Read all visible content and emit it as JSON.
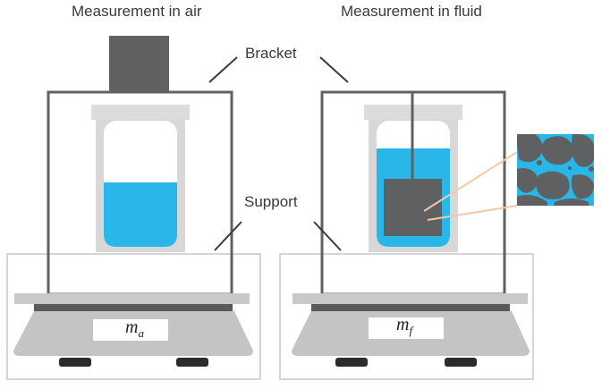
{
  "titles": {
    "left": "Measurement in air",
    "right": "Measurement in fluid"
  },
  "labels": {
    "bracket": "Bracket",
    "support": "Support"
  },
  "mass": {
    "air": {
      "symbol": "m",
      "subscript": "a"
    },
    "fluid": {
      "symbol": "m",
      "subscript": "f"
    }
  },
  "colors": {
    "fluid": "#29b6e8",
    "sample": "#5f6062",
    "frame": "#616161",
    "beaker": "#d8d8d8",
    "scale_body": "#c8c8c8",
    "scale_top": "#bdbdbd",
    "outline": "#d5d5d5",
    "callout": "#f4c9a8"
  }
}
